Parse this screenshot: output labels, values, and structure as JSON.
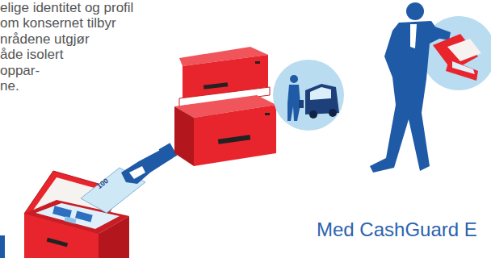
{
  "diagram": {
    "labels": [
      "elige identitet og profil",
      "om konsernet tilbyr",
      "nrådene utgjør",
      "åde isolert",
      "oppar-",
      "ne.",
      "100",
      "Med CashGuard E"
    ]
  }
}
